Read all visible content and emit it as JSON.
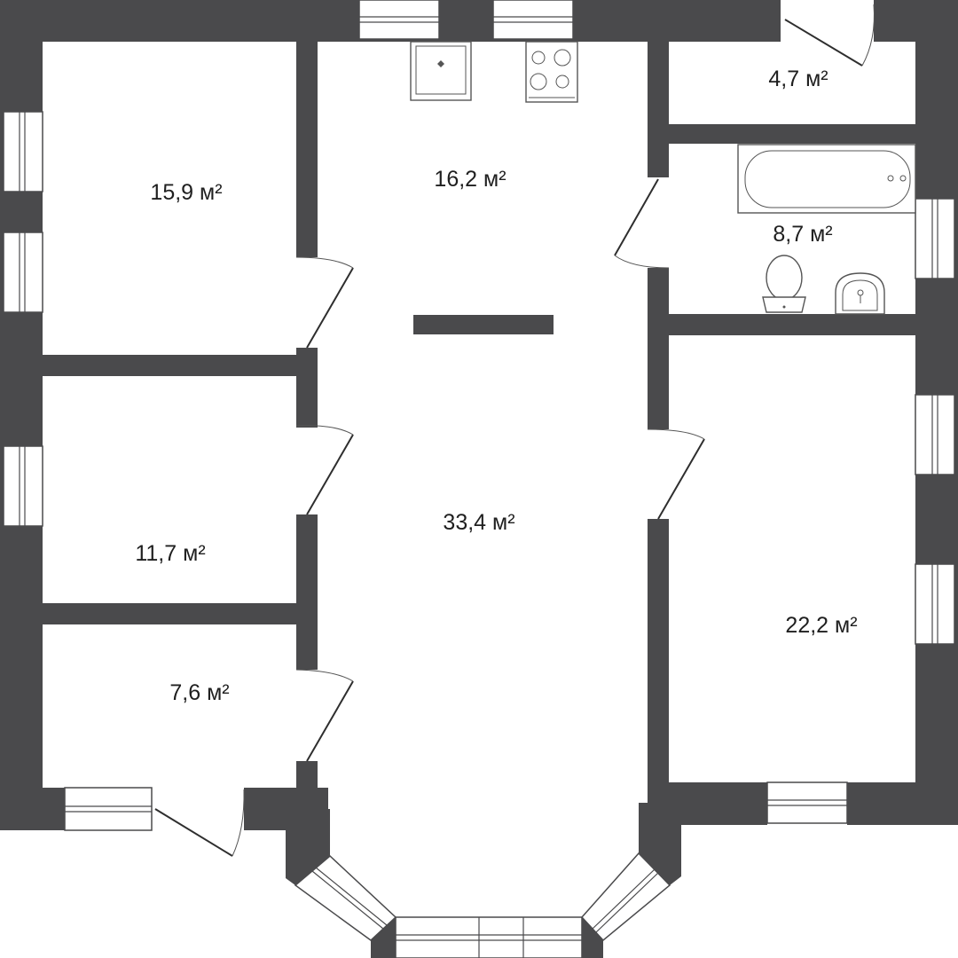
{
  "plan": {
    "rooms": [
      {
        "id": "kitchen",
        "area": "16,2",
        "unit": "м²"
      },
      {
        "id": "storage",
        "area": "4,7",
        "unit": "м²"
      },
      {
        "id": "bedroom-1",
        "area": "15,9",
        "unit": "м²"
      },
      {
        "id": "bathroom",
        "area": "8,7",
        "unit": "м²"
      },
      {
        "id": "living-room",
        "area": "33,4",
        "unit": "м²"
      },
      {
        "id": "bedroom-2",
        "area": "11,7",
        "unit": "м²"
      },
      {
        "id": "bedroom-3",
        "area": "22,2",
        "unit": "м²"
      },
      {
        "id": "small-room",
        "area": "7,6",
        "unit": "м²"
      }
    ],
    "fixtures": [
      "sink-icon",
      "stove-icon",
      "bathtub-icon",
      "toilet-icon",
      "washbasin-icon"
    ],
    "colors": {
      "wall": "#4a4a4c",
      "background": "#ffffff"
    }
  }
}
